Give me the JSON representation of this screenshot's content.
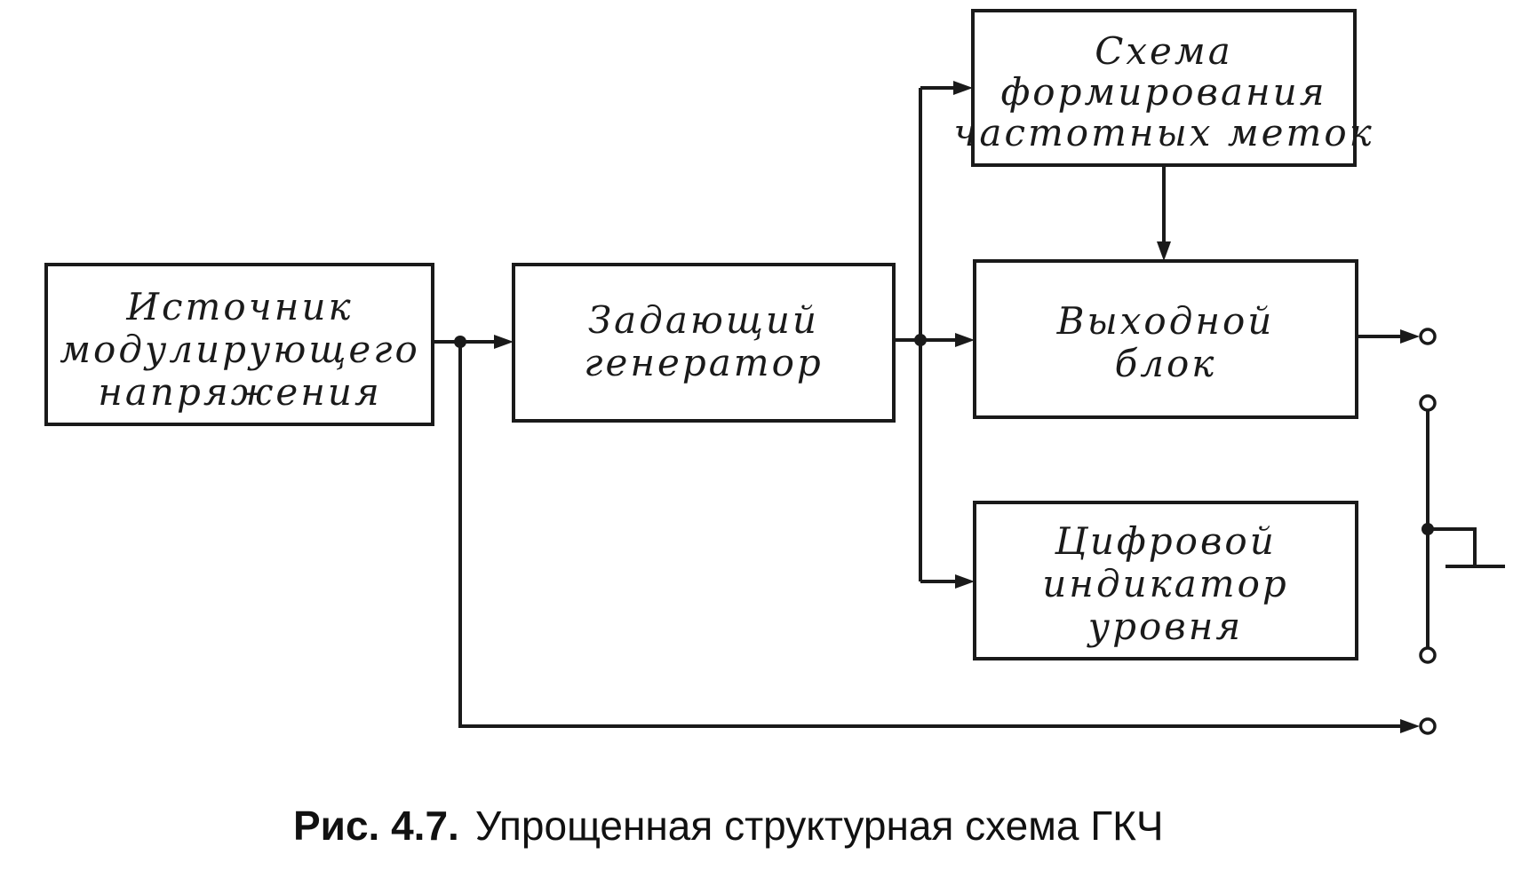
{
  "diagram": {
    "blocks": {
      "source": {
        "lines": [
          "Источник",
          "модулирующего",
          "напряжения"
        ]
      },
      "master": {
        "lines": [
          "Задающий",
          "генератор"
        ]
      },
      "marker": {
        "lines": [
          "Схема",
          "формирования",
          "частотных меток"
        ]
      },
      "output": {
        "lines": [
          "Выходной",
          "блок"
        ]
      },
      "indicator": {
        "lines": [
          "Цифровой",
          "индикатор",
          "уровня"
        ]
      }
    },
    "connections": [
      {
        "from": "source",
        "to": "master"
      },
      {
        "from": "master",
        "to": "marker"
      },
      {
        "from": "master",
        "to": "output"
      },
      {
        "from": "master",
        "to": "indicator"
      },
      {
        "from": "marker",
        "to": "output"
      },
      {
        "from": "output",
        "to": "output-terminal"
      },
      {
        "from": "source",
        "to": "sweep-terminal"
      }
    ]
  },
  "caption": {
    "label": "Рис. 4.7.",
    "text": "Упрощенная структурная схема ГКЧ"
  }
}
